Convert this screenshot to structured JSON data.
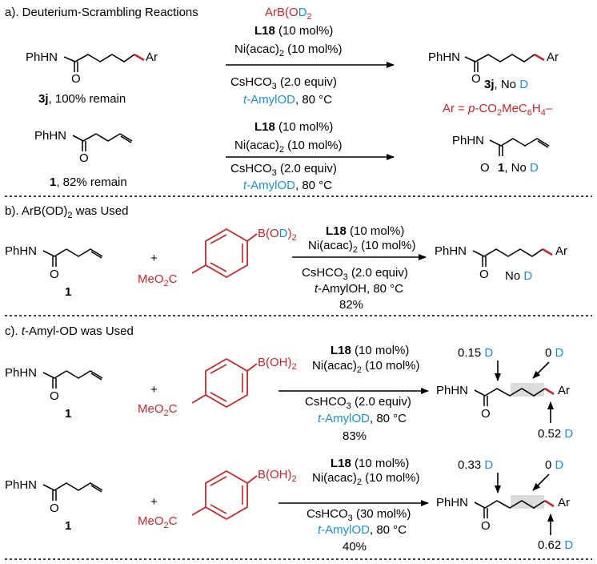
{
  "colors": {
    "red": "#c0282d",
    "blue": "#1f8fd0",
    "black": "#000000",
    "highlight": "#dcdcdc"
  },
  "sections": {
    "a": {
      "header": "a). Deuterium-Scrambling Reactions",
      "reaction1": {
        "substrate_amide": "PhHN",
        "substrate_O": "O",
        "substrate_ar": "Ar",
        "substrate_label_num": "3j",
        "substrate_label_rest": ", 100% remain",
        "reagent_top_pre": "ArB(O",
        "reagent_top_d": "D",
        "reagent_top_sub": "2",
        "ligand": "L18",
        "ligand_amount": " (10 mol%)",
        "catalyst": "Ni(acac)",
        "catalyst_sub": "2",
        "catalyst_amount": " (10 mol%)",
        "base": "CsHCO",
        "base_sub": "3",
        "base_amount": " (2.0 equiv)",
        "solvent_t": "t",
        "solvent_rest": "-AmylOD",
        "solvent_cond": ", 80 °C",
        "product_amide": "PhHN",
        "product_O": "O",
        "product_ar": "Ar",
        "product_label_num": "3j",
        "product_label_no": ", No ",
        "product_label_d": "D",
        "ar_def_pre": "Ar = ",
        "ar_def_p": "p",
        "ar_def_mid": "-CO",
        "ar_def_sub1": "2",
        "ar_def_me": "MeC",
        "ar_def_sub2": "6",
        "ar_def_h": "H",
        "ar_def_sub3": "4",
        "ar_def_end": "–"
      },
      "reaction2": {
        "substrate_amide": "PhHN",
        "substrate_O": "O",
        "substrate_label_num": "1",
        "substrate_label_rest": ", 82% remain",
        "ligand": "L18",
        "ligand_amount": " (10 mol%)",
        "catalyst": "Ni(acac)",
        "catalyst_sub": "2",
        "catalyst_amount": " (10 mol%)",
        "base": "CsHCO",
        "base_sub": "3",
        "base_amount": " (2.0 equiv)",
        "solvent_t": "t",
        "solvent_rest": "-AmylOD",
        "solvent_cond": ", 80 °C",
        "product_amide": "PhHN",
        "product_O": "O",
        "product_label_num": "1",
        "product_label_no": ", No ",
        "product_label_d": "D"
      }
    },
    "b": {
      "header_pre": "b). ArB(OD)",
      "header_sub": "2",
      "header_post": " was Used",
      "substrate_amide": "PhHN",
      "substrate_O": "O",
      "substrate_label": "1",
      "plus": "+",
      "boron_pre": "B(O",
      "boron_d": "D",
      "boron_close": ")",
      "boron_sub": "2",
      "ester": "MeO",
      "ester_sub": "2",
      "ester_c": "C",
      "ligand": "L18",
      "ligand_amount": " (10 mol%)",
      "catalyst": "Ni(acac)",
      "catalyst_sub": "2",
      "catalyst_amount": " (10 mol%)",
      "base": "CsHCO",
      "base_sub": "3",
      "base_amount": " (2.0 equiv)",
      "solvent_t": "t",
      "solvent_rest": "-AmylOH, 80 °C",
      "yield": "82%",
      "product_amide": "PhHN",
      "product_O": "O",
      "product_ar": "Ar",
      "product_no": "No ",
      "product_d": "D"
    },
    "c": {
      "header_pre": "c). ",
      "header_t": "t",
      "header_post": "-Amyl-OD was Used",
      "reaction1": {
        "substrate_amide": "PhHN",
        "substrate_O": "O",
        "substrate_label": "1",
        "plus": "+",
        "boron": "B(OH)",
        "boron_sub": "2",
        "ester": "MeO",
        "ester_sub": "2",
        "ester_c": "C",
        "ligand": "L18",
        "ligand_amount": " (10 mol%)",
        "catalyst": "Ni(acac)",
        "catalyst_sub": "2",
        "catalyst_amount": " (10 mol%)",
        "base": "CsHCO",
        "base_sub": "3",
        "base_amount": " (2.0 equiv)",
        "solvent_t": "t",
        "solvent_rest": "-AmylOD",
        "solvent_cond": ", 80 °C",
        "yield": "83%",
        "product_amide": "PhHN",
        "product_O": "O",
        "product_ar": "Ar",
        "d_alpha_val": "0.15 ",
        "d_beta_val": "0 ",
        "d_benzylic_val": "0.52 ",
        "d_letter": "D"
      },
      "reaction2": {
        "substrate_amide": "PhHN",
        "substrate_O": "O",
        "substrate_label": "1",
        "plus": "+",
        "boron": "B(OH)",
        "boron_sub": "2",
        "ester": "MeO",
        "ester_sub": "2",
        "ester_c": "C",
        "ligand": "L18",
        "ligand_amount": " (10 mol%)",
        "catalyst": "Ni(acac)",
        "catalyst_sub": "2",
        "catalyst_amount": " (10 mol%)",
        "base": "CsHCO",
        "base_sub": "3",
        "base_amount": " (30 mol%)",
        "solvent_t": "t",
        "solvent_rest": "-AmylOD",
        "solvent_cond": ", 80 °C",
        "yield": "40%",
        "product_amide": "PhHN",
        "product_O": "O",
        "product_ar": "Ar",
        "d_alpha_val": "0.33 ",
        "d_beta_val": "0 ",
        "d_benzylic_val": "0.62 ",
        "d_letter": "D"
      }
    }
  }
}
